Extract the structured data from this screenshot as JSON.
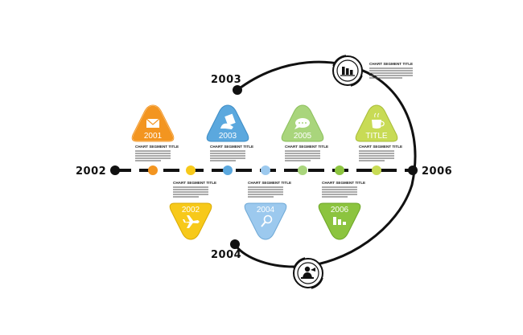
{
  "timeline": {
    "left_label": "2002",
    "right_label": "2006",
    "arc_top_label": "2003",
    "arc_bottom_label": "2004",
    "colors": {
      "orange": "#F39520",
      "yellow": "#F7C91A",
      "blue": "#5BA8DE",
      "light_blue": "#9CC9EE",
      "light_green": "#A9D57C",
      "green": "#8CC43F",
      "lime": "#C8DB55",
      "line": "#111111"
    }
  },
  "top_items": [
    {
      "year": "2001",
      "title": "CHART SEGMENT TITLE",
      "icon": "envelope-icon",
      "color": "#F39520"
    },
    {
      "year": "2003",
      "title": "CHART SEGMENT TITLE",
      "icon": "hand-document-icon",
      "color": "#5BA8DE"
    },
    {
      "year": "2005",
      "title": "CHART SEGMENT TITLE",
      "icon": "speech-bubble-icon",
      "color": "#A9D57C"
    },
    {
      "year": "TITLE",
      "title": "CHART SEGMENT TITLE",
      "icon": "coffee-cup-icon",
      "color": "#C8DB55"
    }
  ],
  "bottom_items": [
    {
      "year": "2002",
      "title": "CHART SEGMENT TITLE",
      "icon": "airplane-icon",
      "color": "#F7C91A"
    },
    {
      "year": "2004",
      "title": "CHART SEGMENT TITLE",
      "icon": "magnifier-icon",
      "color": "#9CC9EE"
    },
    {
      "year": "2006",
      "title": "CHART SEGMENT TITLE",
      "icon": "bar-chart-icon",
      "color": "#8CC43F"
    }
  ],
  "badges": {
    "top": {
      "title": "CHART SEGMENT TITLE",
      "icon": "bar-chart-icon"
    },
    "bottom": {
      "icon": "person-desk-icon"
    }
  }
}
